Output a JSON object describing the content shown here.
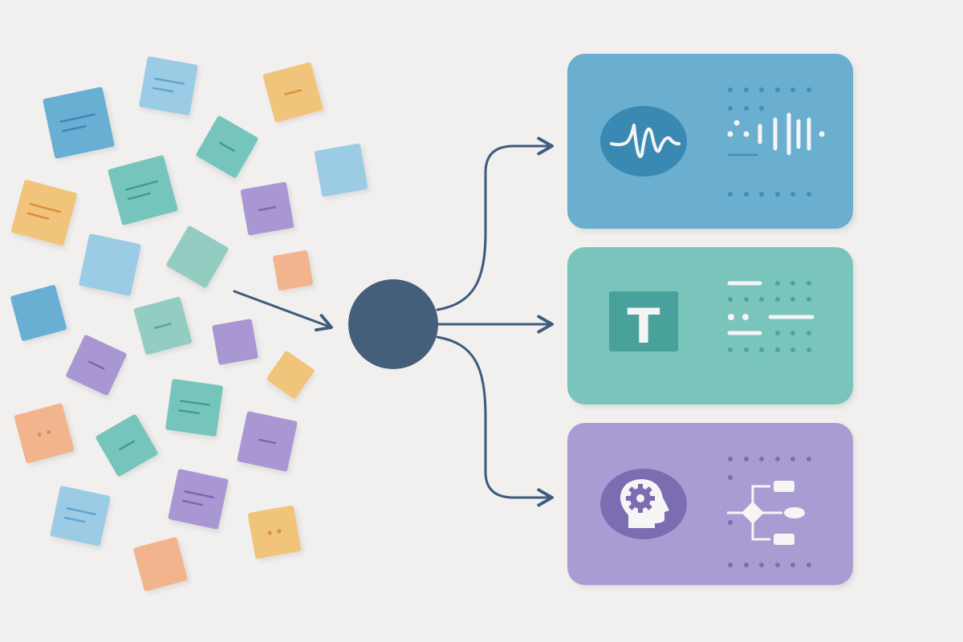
{
  "diagram": {
    "hub_color": "#455e7a",
    "connector_color": "#3f5b7d",
    "palette": {
      "blue": "#69aed3",
      "lightblue": "#9bcbe5",
      "teal": "#76c5bc",
      "paleteal": "#93cdc2",
      "yellow": "#f0c47a",
      "purple": "#a897d3",
      "orange": "#f2b48c"
    },
    "cards": [
      {
        "name": "audio",
        "color": "#6aaed0",
        "icon_bg": "#3a89b3",
        "dot_color": "#3f8fba",
        "icon": "waveform-icon"
      },
      {
        "name": "text",
        "color": "#79c4bb",
        "icon_bg": "#48a29b",
        "dot_color": "#4aa69d",
        "icon": "text-t-icon",
        "icon_letter": "T"
      },
      {
        "name": "reasoning",
        "color": "#a99cd3",
        "icon_bg": "#7d6cb2",
        "dot_color": "#7d6cb4",
        "icon": "head-gear-icon"
      }
    ]
  }
}
